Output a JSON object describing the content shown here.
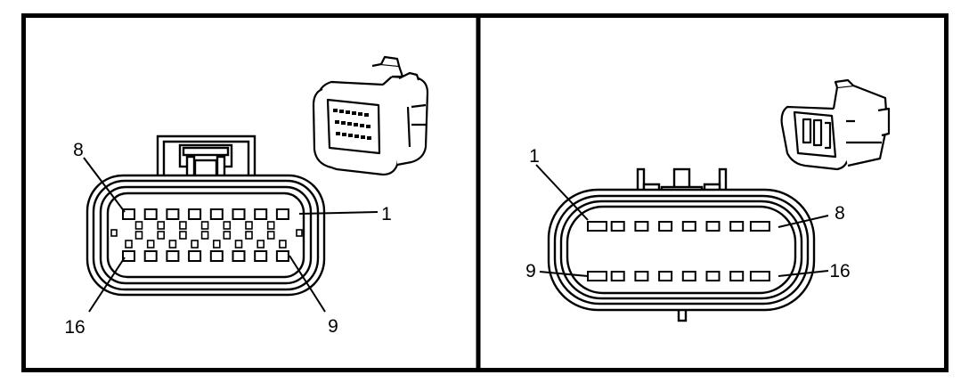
{
  "left_panel": {
    "labels": {
      "top_left": "8",
      "top_right": "1",
      "bottom_left": "16",
      "bottom_right": "9"
    }
  },
  "right_panel": {
    "labels": {
      "top_left": "1",
      "top_right": "8",
      "bottom_left": "9",
      "bottom_right": "16"
    }
  }
}
